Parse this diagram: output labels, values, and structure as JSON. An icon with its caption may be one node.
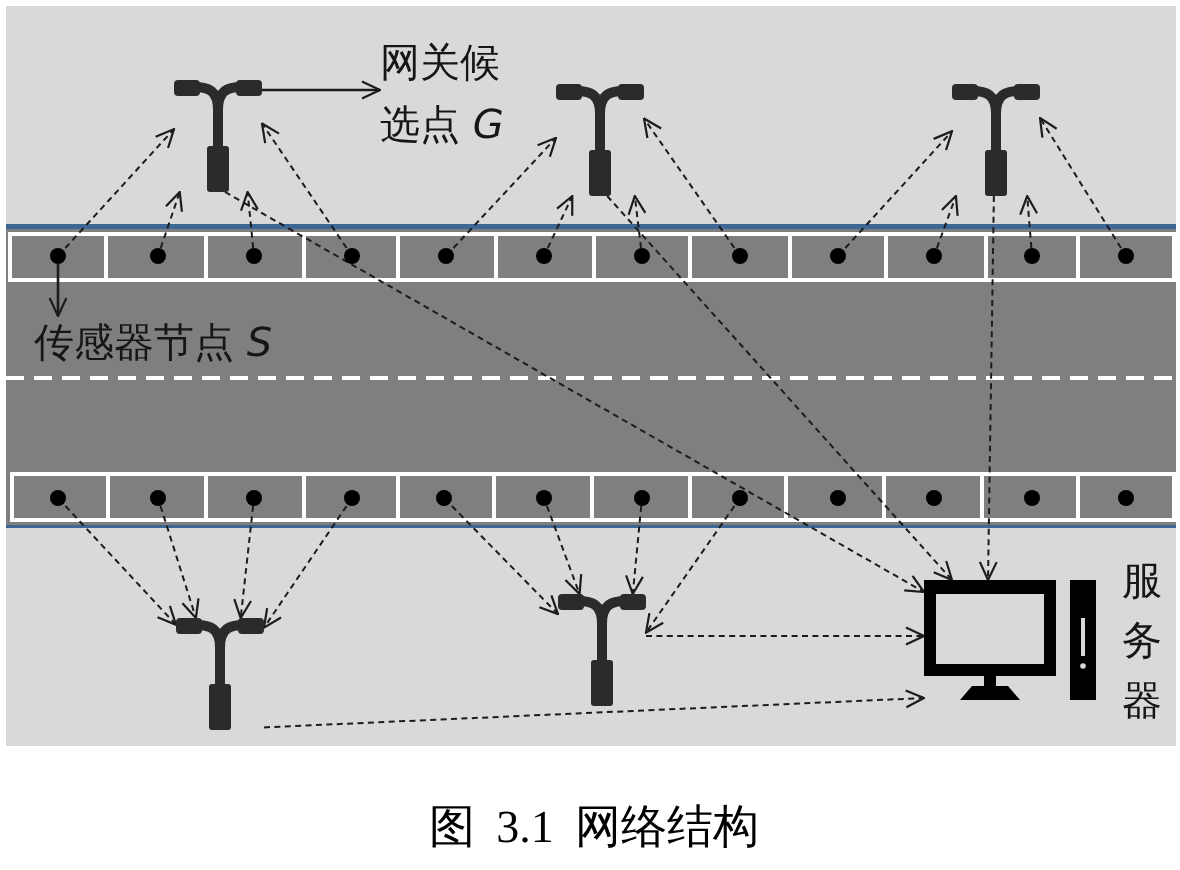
{
  "diagram": {
    "caption": "图 3.1 网络结构",
    "nodes": [
      {
        "text": [],
        "shape": "picture"
      },
      {
        "text": [
          "网关候选点 *G*"
        ]
      },
      {
        "text": [],
        "shape": "picture"
      },
      {
        "text": [],
        "shape": "picture"
      },
      {
        "text": [],
        "shape": "circle"
      },
      {
        "text": [],
        "shape": "circle"
      },
      {
        "text": [],
        "shape": "circle"
      },
      {
        "text": [],
        "shape": "circle"
      },
      {
        "text": [],
        "shape": "circle"
      },
      {
        "text": [],
        "shape": "circle"
      },
      {
        "text": [],
        "shape": "circle"
      },
      {
        "text": [],
        "shape": "circle"
      },
      {
        "text": [],
        "shape": "circle"
      },
      {
        "text": [],
        "shape": "circle"
      },
      {
        "text": [],
        "shape": "circle"
      },
      {
        "text": [],
        "shape": "circle"
      },
      {
        "text": [
          "传感器节点 *S*"
        ]
      },
      {
        "text": [],
        "shape": "circle"
      },
      {
        "text": [],
        "shape": "circle"
      },
      {
        "text": [],
        "shape": "circle"
      },
      {
        "text": [],
        "shape": "circle"
      },
      {
        "text": [],
        "shape": "circle"
      },
      {
        "text": [],
        "shape": "circle"
      },
      {
        "text": [],
        "shape": "circle"
      },
      {
        "text": [],
        "shape": "circle"
      },
      {
        "text": [],
        "shape": "circle"
      },
      {
        "text": [],
        "shape": "circle"
      },
      {
        "text": [],
        "shape": "circle"
      },
      {
        "text": [],
        "shape": "circle"
      },
      {
        "text": [],
        "shape": "picture"
      },
      {
        "text": [],
        "shape": "picture"
      },
      {
        "text": [],
        "shape": "picture",
        "beside": [
          "服务器"
        ]
      }
    ],
    "edges": [
      {
        "from": 4,
        "to": 0,
        "arrow": "to",
        "style": "dashed"
      },
      {
        "from": 5,
        "to": 0,
        "arrow": "to",
        "style": "dashed"
      },
      {
        "from": 6,
        "to": 0,
        "arrow": "to",
        "style": "dashed"
      },
      {
        "from": 7,
        "to": 0,
        "arrow": "to",
        "style": "dashed"
      },
      {
        "from": 8,
        "to": 2,
        "arrow": "to",
        "style": "dashed"
      },
      {
        "from": 9,
        "to": 2,
        "arrow": "to",
        "style": "dashed"
      },
      {
        "from": 10,
        "to": 2,
        "arrow": "to",
        "style": "dashed"
      },
      {
        "from": 11,
        "to": 2,
        "arrow": "to",
        "style": "dashed"
      },
      {
        "from": 12,
        "to": 3,
        "arrow": "to",
        "style": "dashed"
      },
      {
        "from": 13,
        "to": 3,
        "arrow": "to",
        "style": "dashed"
      },
      {
        "from": 14,
        "to": 3,
        "arrow": "to",
        "style": "dashed"
      },
      {
        "from": 15,
        "to": 3,
        "arrow": "to",
        "style": "dashed"
      },
      {
        "from": 17,
        "to": 29,
        "arrow": "to",
        "style": "dashed"
      },
      {
        "from": 18,
        "to": 29,
        "arrow": "to",
        "style": "dashed"
      },
      {
        "from": 19,
        "to": 29,
        "arrow": "to",
        "style": "dashed"
      },
      {
        "from": 20,
        "to": 29,
        "arrow": "to",
        "style": "dashed"
      },
      {
        "from": 21,
        "to": 30,
        "arrow": "to",
        "style": "dashed"
      },
      {
        "from": 22,
        "to": 30,
        "arrow": "to",
        "style": "dashed"
      },
      {
        "from": 23,
        "to": 30,
        "arrow": "to",
        "style": "dashed"
      },
      {
        "from": 24,
        "to": 30,
        "arrow": "to",
        "style": "dashed"
      },
      {
        "from": 0,
        "to": 31,
        "arrow": "to",
        "style": "dashed"
      },
      {
        "from": 2,
        "to": 31,
        "arrow": "to",
        "style": "dashed"
      },
      {
        "from": 3,
        "to": 31,
        "arrow": "to",
        "style": "dashed"
      },
      {
        "from": 30,
        "to": 31,
        "arrow": "to",
        "style": "dashed"
      },
      {
        "from": 29,
        "to": 31,
        "arrow": "to",
        "style": "dashed"
      },
      {
        "from": 0,
        "to": 1,
        "arrow": "to"
      },
      {
        "from": 4,
        "to": 16,
        "arrow": "to"
      }
    ]
  }
}
